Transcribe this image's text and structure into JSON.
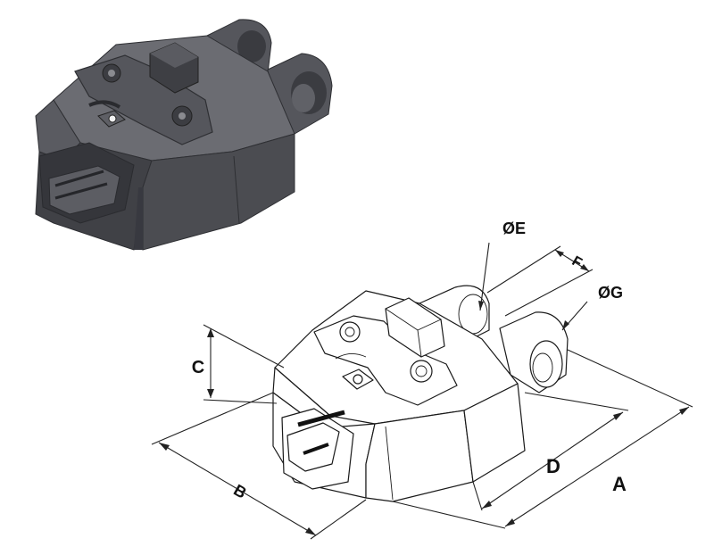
{
  "figure": {
    "shaded_render": {
      "body_color": "#4a4b50",
      "face_light": "#6c6d73",
      "face_dark": "#35363a"
    },
    "line_drawing": {
      "stroke_color": "#1a1a1a",
      "dimensions": {
        "A": "A",
        "B": "B",
        "C": "C",
        "D": "D",
        "E": "ØE",
        "F": "F",
        "G": "ØG"
      }
    }
  }
}
